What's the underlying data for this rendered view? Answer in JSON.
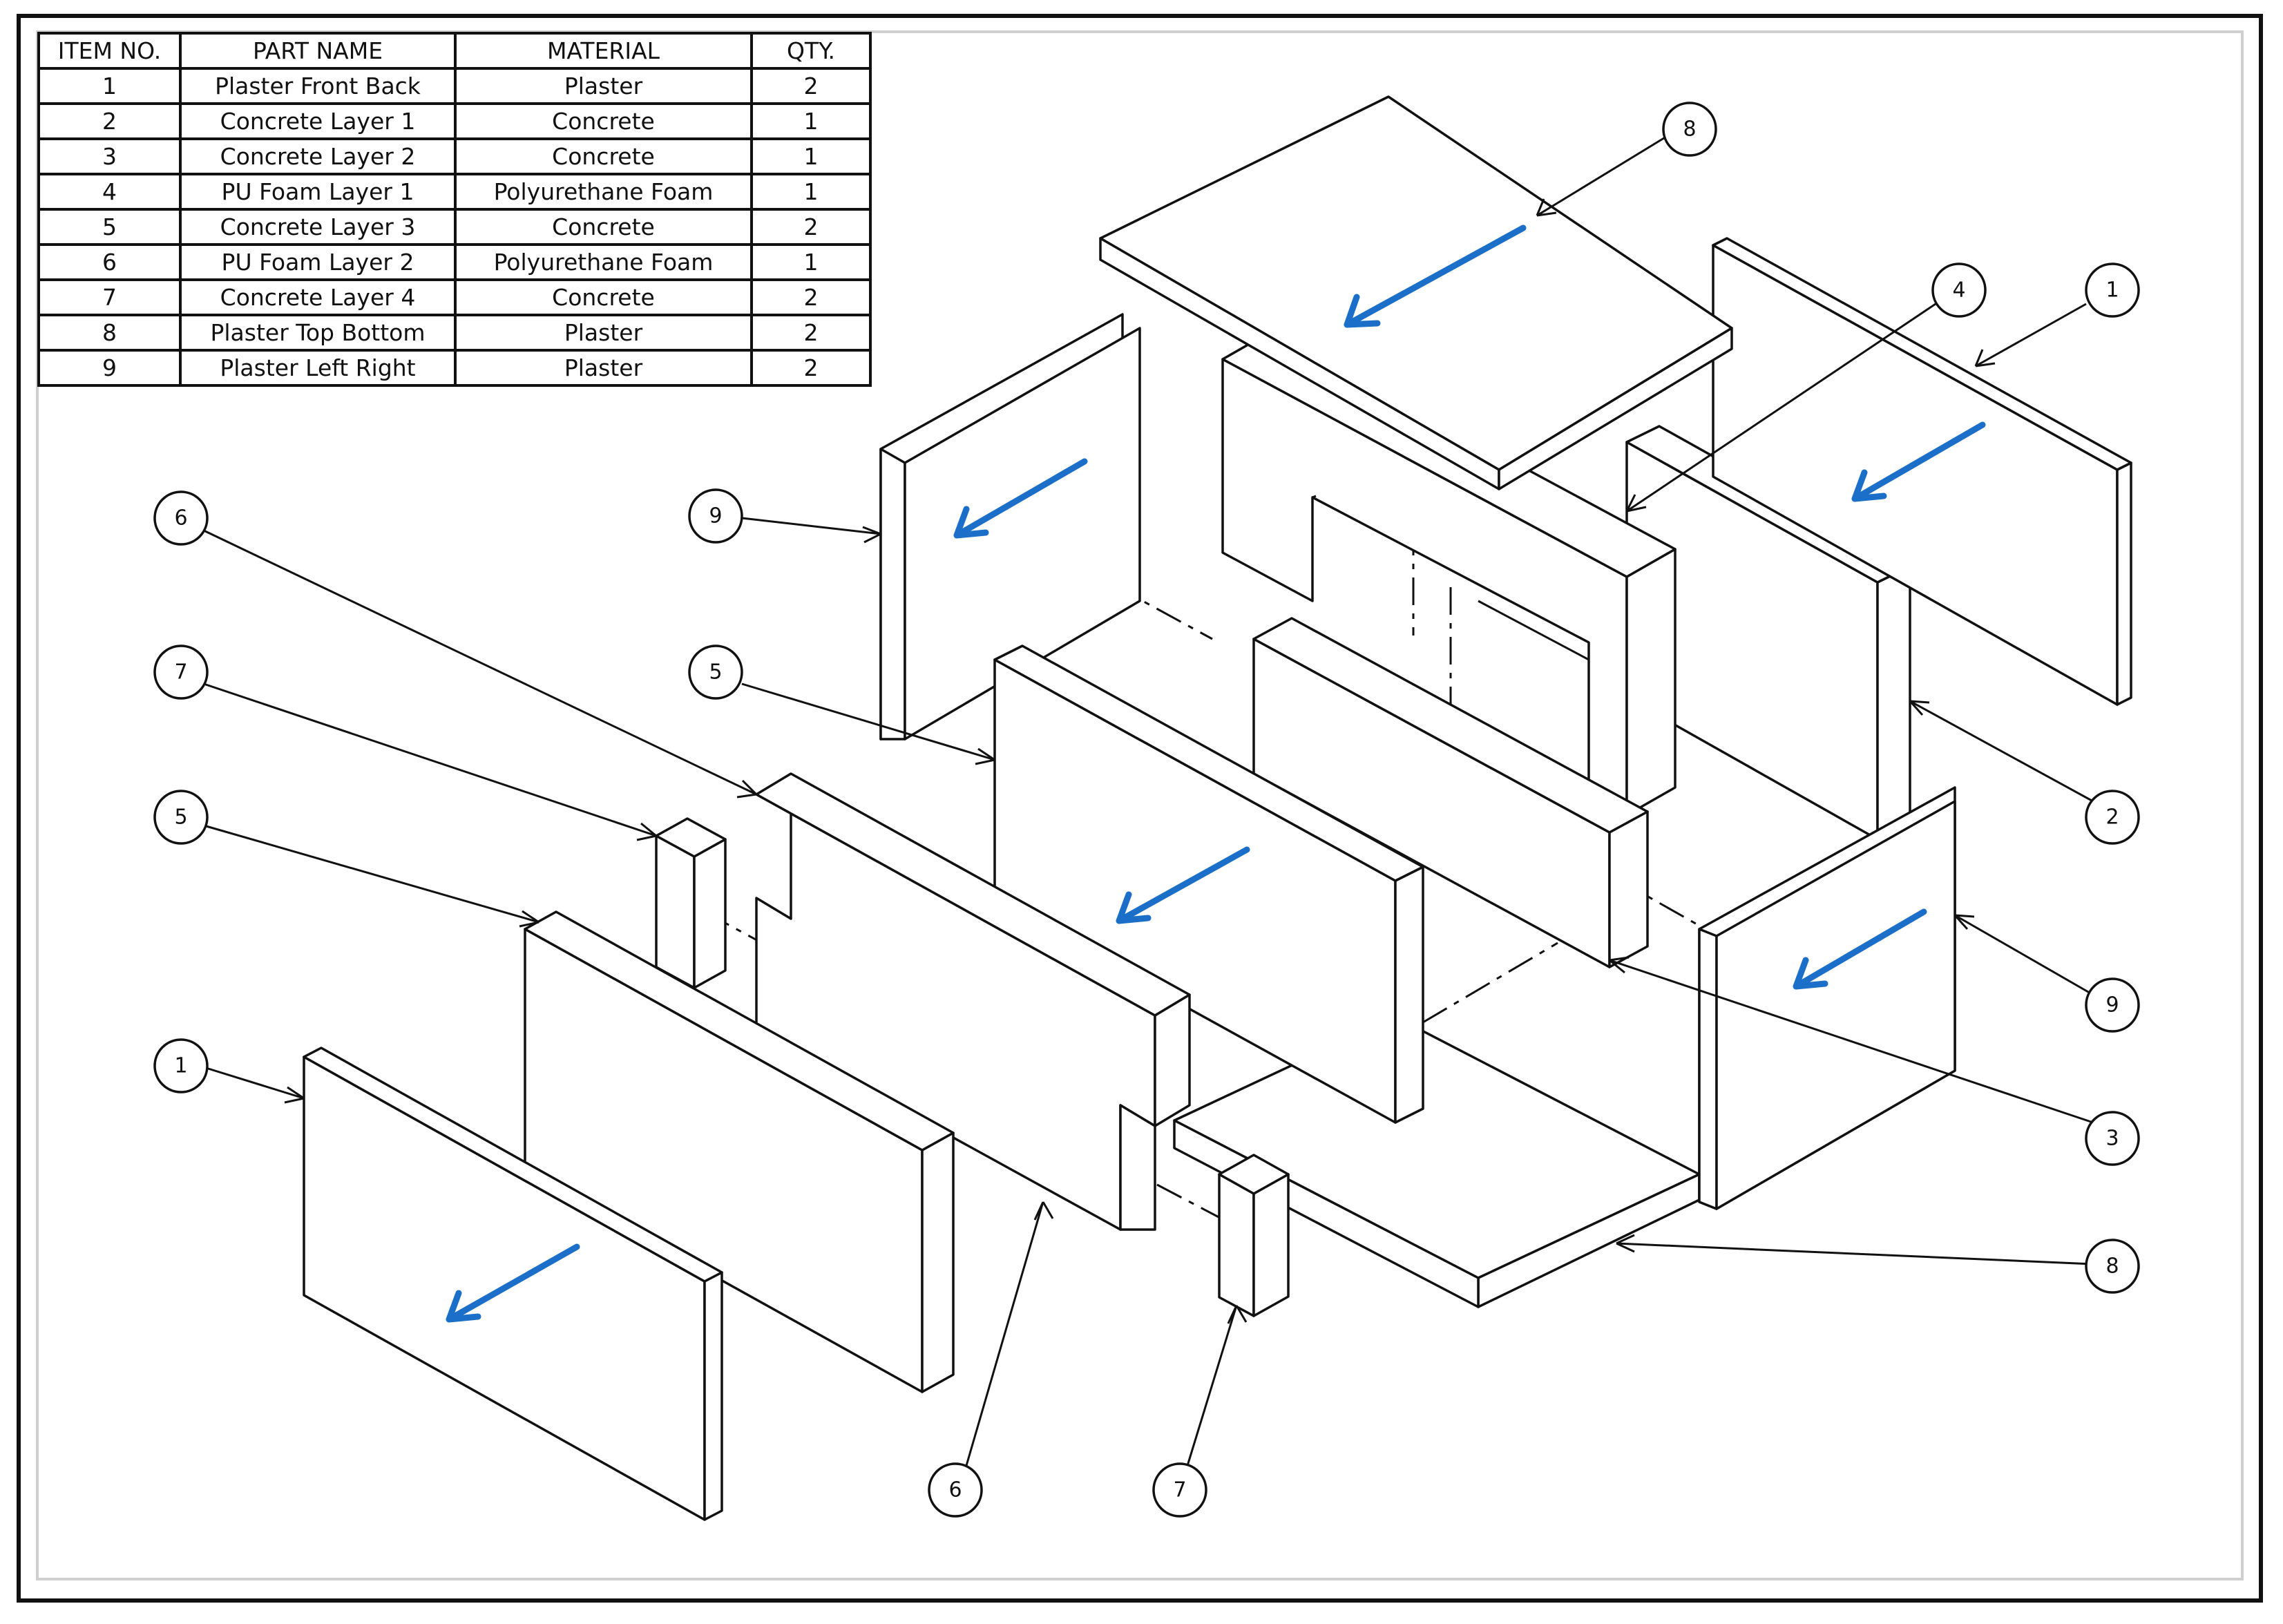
{
  "bom": {
    "headers": [
      "ITEM NO.",
      "PART NAME",
      "MATERIAL",
      "QTY."
    ],
    "rows": [
      [
        "1",
        "Plaster Front Back",
        "Plaster",
        "2"
      ],
      [
        "2",
        "Concrete Layer 1",
        "Concrete",
        "1"
      ],
      [
        "3",
        "Concrete Layer 2",
        "Concrete",
        "1"
      ],
      [
        "4",
        "PU Foam Layer 1",
        "Polyurethane Foam",
        "1"
      ],
      [
        "5",
        "Concrete Layer 3",
        "Concrete",
        "2"
      ],
      [
        "6",
        "PU Foam Layer 2",
        "Polyurethane Foam",
        "1"
      ],
      [
        "7",
        "Concrete Layer 4",
        "Concrete",
        "2"
      ],
      [
        "8",
        "Plaster Top Bottom",
        "Plaster",
        "2"
      ],
      [
        "9",
        "Plaster Left Right",
        "Plaster",
        "2"
      ]
    ]
  },
  "balloons": {
    "b8_top": "8",
    "b4": "4",
    "b1_right": "1",
    "b9_left": "9",
    "b6_left": "6",
    "b7_left": "7",
    "b5_center": "5",
    "b5_left": "5",
    "b1_left": "1",
    "b2": "2",
    "b9_right": "9",
    "b3": "3",
    "b8_bottom": "8",
    "b6_bottom": "6",
    "b7_bottom": "7"
  },
  "colors": {
    "arrow": "#1c6fc9",
    "line": "#111111"
  }
}
